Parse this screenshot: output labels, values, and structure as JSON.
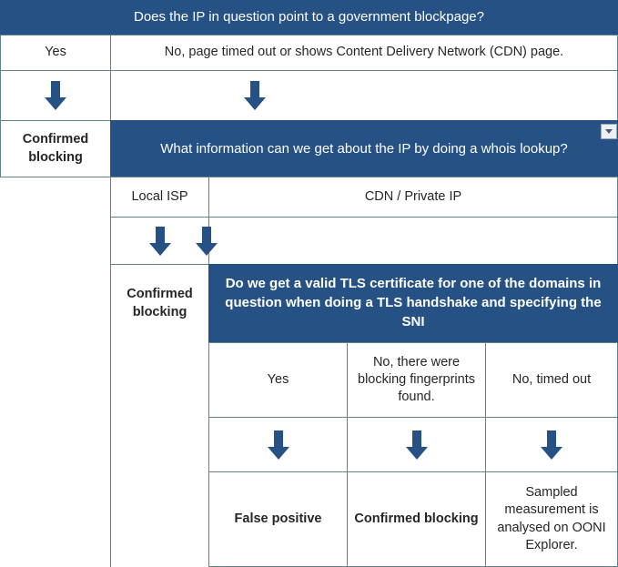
{
  "diagram": {
    "title": "Does the IP in question point to a government blockpage?",
    "accent_color": "#255185",
    "border_color": "#5d8487",
    "text_color": "#262626"
  },
  "level1": {
    "question": "Does the IP in question point to a government blockpage?",
    "branch_yes": "Yes",
    "branch_no": "No, page timed out or shows Content Delivery Network (CDN) page.",
    "arrow_left": "down-arrow",
    "arrow_right": "down-arrow",
    "outcome_yes": "Confirmed blocking"
  },
  "level2": {
    "question": "What information can we get about the IP by doing a whois lookup?",
    "filter_button": "filter-dropdown",
    "branch_left": "Local ISP",
    "branch_right": "CDN / Private IP",
    "arrow_left": "down-arrow",
    "arrow_right": "down-arrow",
    "outcome_left": "Confirmed blocking"
  },
  "level3": {
    "question": "Do we get a valid TLS certificate for one of the domains in question when doing a TLS handshake and specifying the SNI",
    "branches": [
      "Yes",
      "No, there were blocking fingerprints found.",
      "No, timed out"
    ],
    "arrows": [
      "down-arrow",
      "down-arrow",
      "down-arrow"
    ],
    "outcomes": [
      "False positive",
      "Confirmed blocking",
      "Sampled measurement is analysed on OONI Explorer."
    ]
  }
}
